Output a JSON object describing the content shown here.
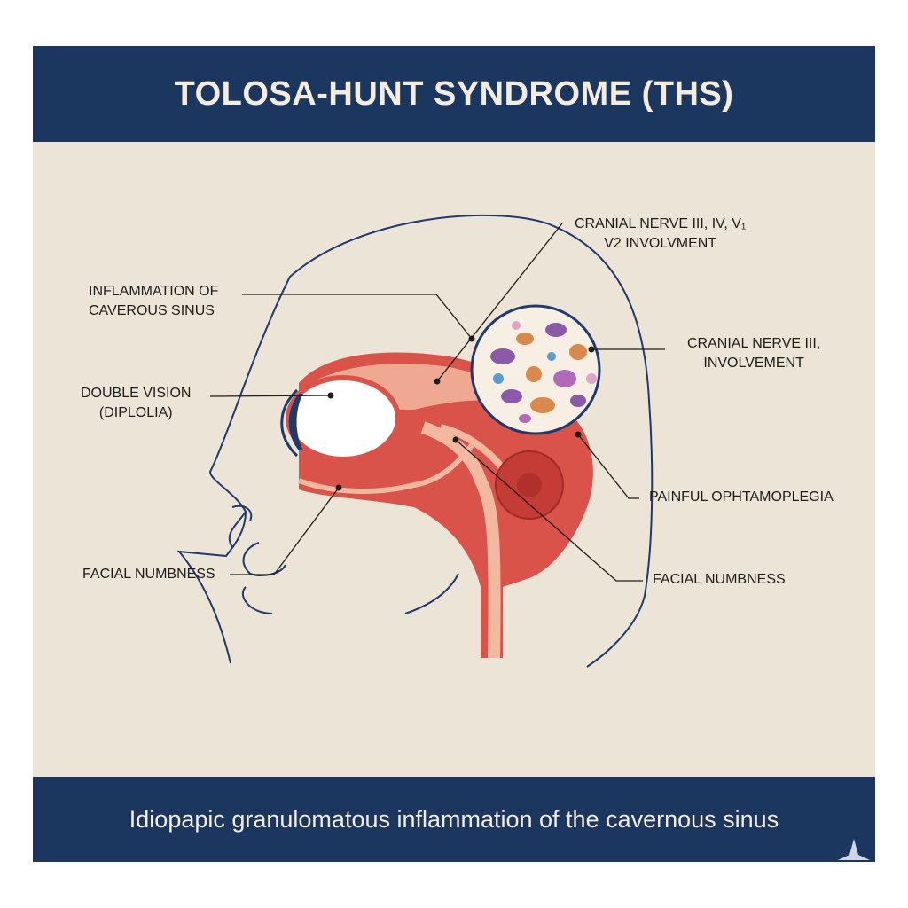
{
  "title": "TOLOSA-HUNT SYNDROME (THS)",
  "subtitle": "Idiopapic granulomatous inflammation of the cavernous sinus",
  "labels": {
    "inflammation": [
      "INFLAMMATION OF",
      "CAVEROUS SINUS"
    ],
    "double_vision": [
      "DOUBLE VISION",
      "(DIPLOLIA)"
    ],
    "facial_numbness_left": "FACIAL NUMBNESS",
    "cranial_top": [
      "CRANIAL NERVE III, IV, V₁",
      "V2 INVOLVMENT"
    ],
    "cranial_right": [
      "CRANIAL NERVE III,",
      "INVOLVEMENT"
    ],
    "painful": "PAINFUL OPHTAMOPLEGIA",
    "facial_numbness_right": "FACIAL NUMBNESS"
  },
  "colors": {
    "header_bg": "#1b3760",
    "panel_bg": "#ece4d6",
    "outline": "#1f3a6b",
    "tissue_red": "#d9534a",
    "tissue_light": "#f2b9a0",
    "cell_purple": "#8a5aa8",
    "cell_orange": "#d98a4a"
  }
}
